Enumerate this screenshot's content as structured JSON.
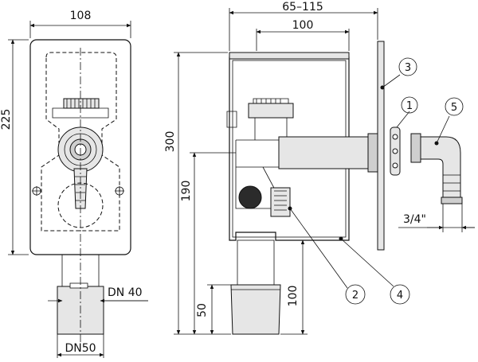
{
  "dimensions": {
    "front_width": "108",
    "front_height": "225",
    "depth_range": "65–115",
    "body_depth": "100",
    "total_height": "300",
    "outlet_height": "190",
    "stub_length": "100",
    "lower_50": "50",
    "pipe_dn40": "DN 40",
    "pipe_dn50": "DN50",
    "thread_size": "3/4\""
  },
  "callouts": [
    "1",
    "2",
    "3",
    "4",
    "5"
  ]
}
